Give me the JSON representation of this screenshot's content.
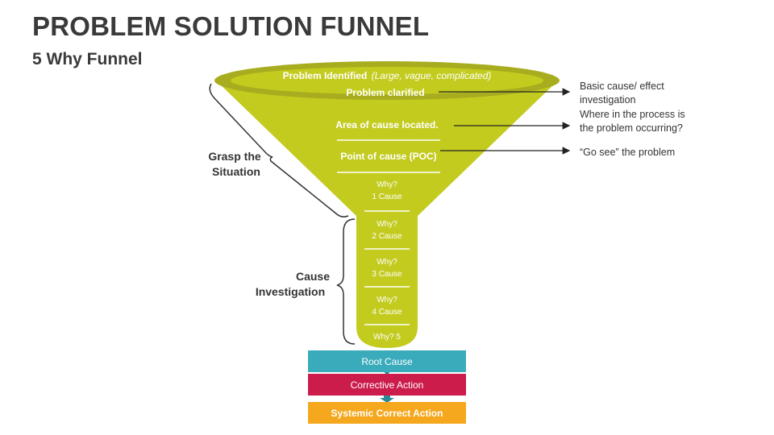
{
  "title": "PROBLEM SOLUTION FUNNEL",
  "subtitle": "5 Why Funnel",
  "funnel": {
    "top_line1_bold": "Problem Identified",
    "top_line1_italic": "(Large, vague, complicated)",
    "top_line2": "Problem clarified",
    "stage_area": "Area of cause located.",
    "stage_poc": "Point of cause (POC)",
    "why1_a": "Why?",
    "why1_b": "1 Cause",
    "why2_a": "Why?",
    "why2_b": "2 Cause",
    "why3_a": "Why?",
    "why3_b": "3 Cause",
    "why4_a": "Why?",
    "why4_b": "4 Cause",
    "why5": "Why? 5"
  },
  "brackets": {
    "grasp_line1": "Grasp the",
    "grasp_line2": "Situation",
    "cause_line1": "Cause",
    "cause_line2": "Investigation"
  },
  "notes": {
    "note1_line1": "Basic cause/ effect",
    "note1_line2": "investigation",
    "note2_line1": "Where in the process is",
    "note2_line2": "the problem occurring?",
    "note3": "“Go see” the problem"
  },
  "outputs": {
    "root_cause": "Root Cause",
    "corrective_action": "Corrective Action",
    "systemic_action": "Systemic Correct Action"
  },
  "colors": {
    "funnel": "#c3cb1f",
    "funnel_rim": "#a7ad1e",
    "root_cause": "#3aabbb",
    "corrective_action": "#cc1c4c",
    "systemic_action": "#f5a81e",
    "connector_arrow": "#2a8a95"
  }
}
